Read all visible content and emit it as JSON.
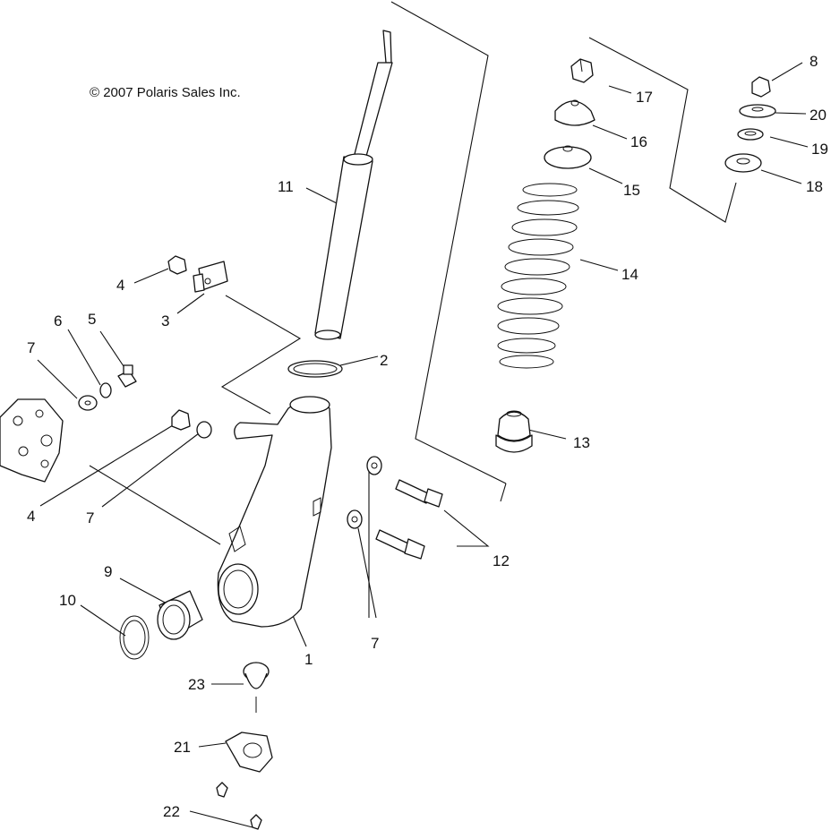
{
  "copyright": "© 2007 Polaris Sales Inc.",
  "callouts": {
    "c1": "1",
    "c2": "2",
    "c3": "3",
    "c4a": "4",
    "c4b": "4",
    "c5": "5",
    "c6": "6",
    "c7a": "7",
    "c7b": "7",
    "c7c": "7",
    "c8": "8",
    "c9": "9",
    "c10": "10",
    "c11": "11",
    "c12": "12",
    "c13": "13",
    "c14": "14",
    "c15": "15",
    "c16": "16",
    "c17": "17",
    "c18": "18",
    "c19": "19",
    "c20": "20",
    "c21": "21",
    "c22": "22",
    "c23": "23"
  }
}
